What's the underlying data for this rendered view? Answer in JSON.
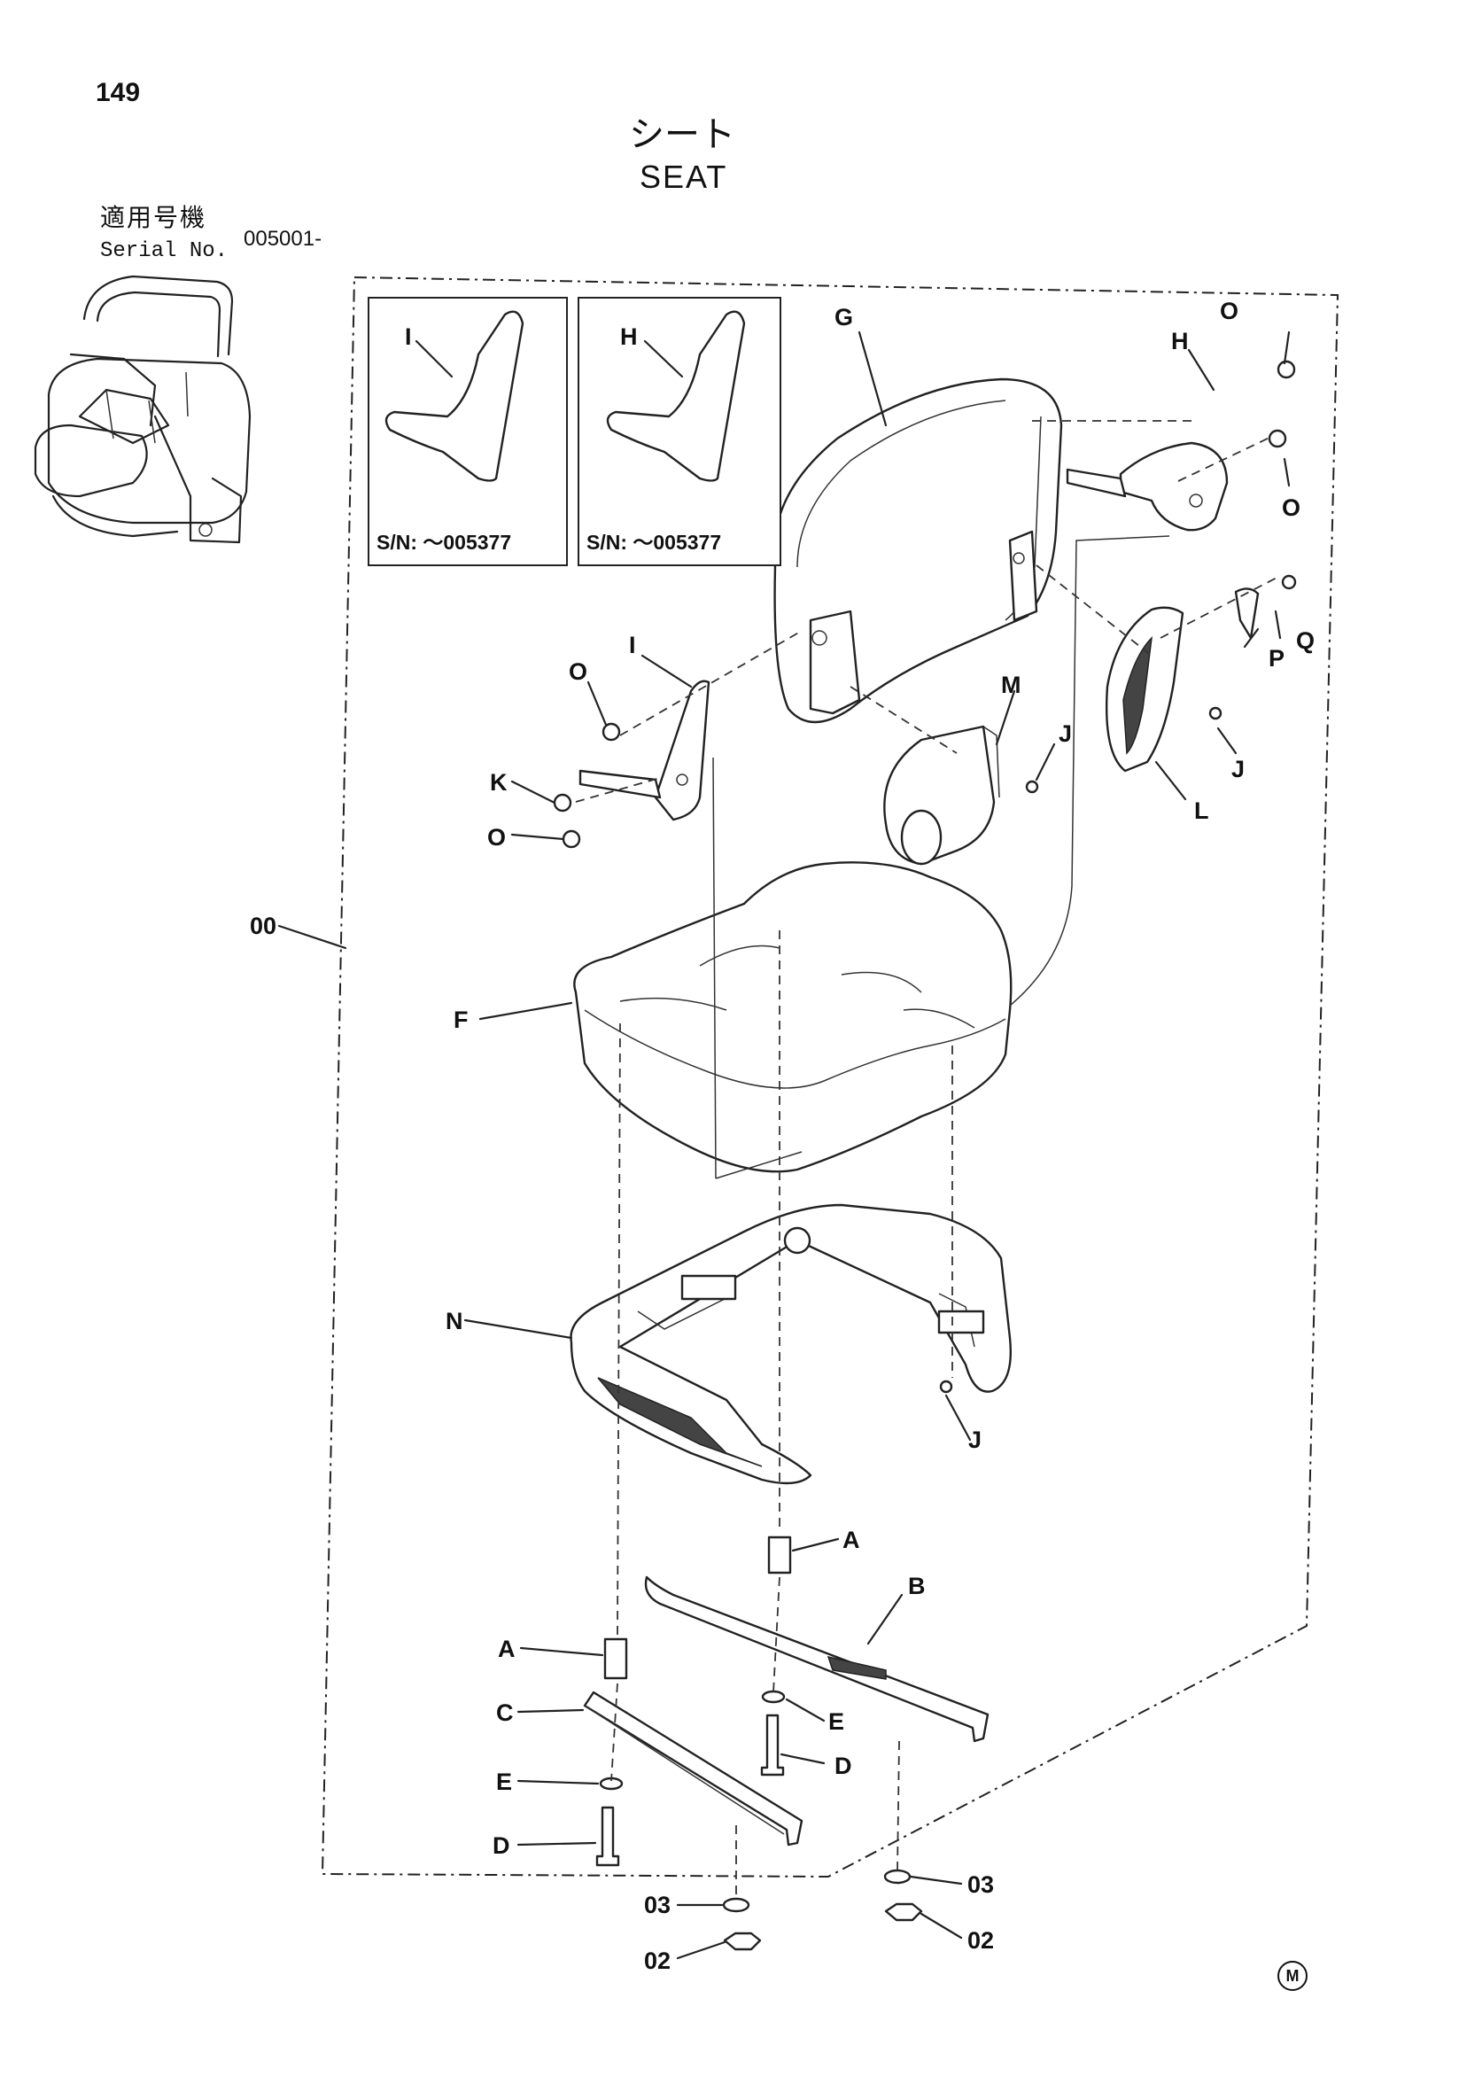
{
  "page_number": "149",
  "title_jp": "シート",
  "title_en": "SEAT",
  "serial": {
    "label_jp": "適用号機",
    "label_en": "Serial No.",
    "value": "005001-"
  },
  "insets": [
    {
      "label": "I",
      "serial_range": "S/N: ～005377"
    },
    {
      "label": "H",
      "serial_range": "S/N: ～005377"
    }
  ],
  "callouts": [
    "G",
    "O",
    "H",
    "O",
    "I",
    "O",
    "K",
    "O",
    "M",
    "J",
    "P",
    "Q",
    "J",
    "L",
    "00",
    "F",
    "N",
    "J",
    "A",
    "B",
    "A",
    "C",
    "E",
    "D",
    "E",
    "D",
    "03",
    "03",
    "02",
    "02"
  ],
  "footer_mark": "M"
}
